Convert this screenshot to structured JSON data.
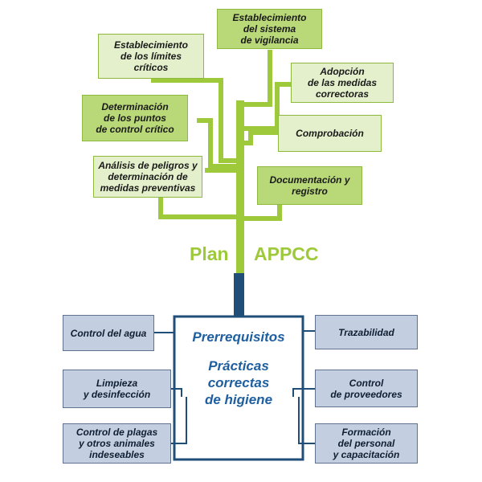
{
  "colors": {
    "green_branch": "#9dc93b",
    "green_fill_light": "#e4f0cb",
    "green_fill_dark": "#b9d878",
    "green_border": "#8dba3c",
    "blue_trunk": "#1f4e79",
    "blue_fill": "#c3cfe0",
    "blue_border": "#5f7290",
    "center_text": "#1f5fa0",
    "plan_text": "#9dc93b"
  },
  "trunk_label": {
    "left": "Plan",
    "right": "APPCC"
  },
  "appcc_steps": {
    "critical_limits": "Establecimiento\nde los límites\ncríticos",
    "monitoring_system": "Establecimiento\ndel sistema\nde vigilancia",
    "corrective_measures": "Adopción\nde las medidas\ncorrectoras",
    "critical_control_points": "Determinación\nde los puntos\nde control crítico",
    "verification": "Comprobación",
    "hazard_analysis": "Análisis de peligros y\ndeterminación de\nmedidas preventivas",
    "documentation": "Documentación y\nregistro"
  },
  "prerequisites": {
    "title": "Prerrequisitos",
    "subtitle": "Prácticas\ncorrectas\nde higiene",
    "water_control": "Control del agua",
    "cleaning": "Limpieza\ny desinfección",
    "pest_control": "Control de plagas\ny otros animales\nindeseables",
    "traceability": "Trazabilidad",
    "supplier_control": "Control\nde proveedores",
    "staff_training": "Formación\ndel personal\ny capacitación"
  }
}
